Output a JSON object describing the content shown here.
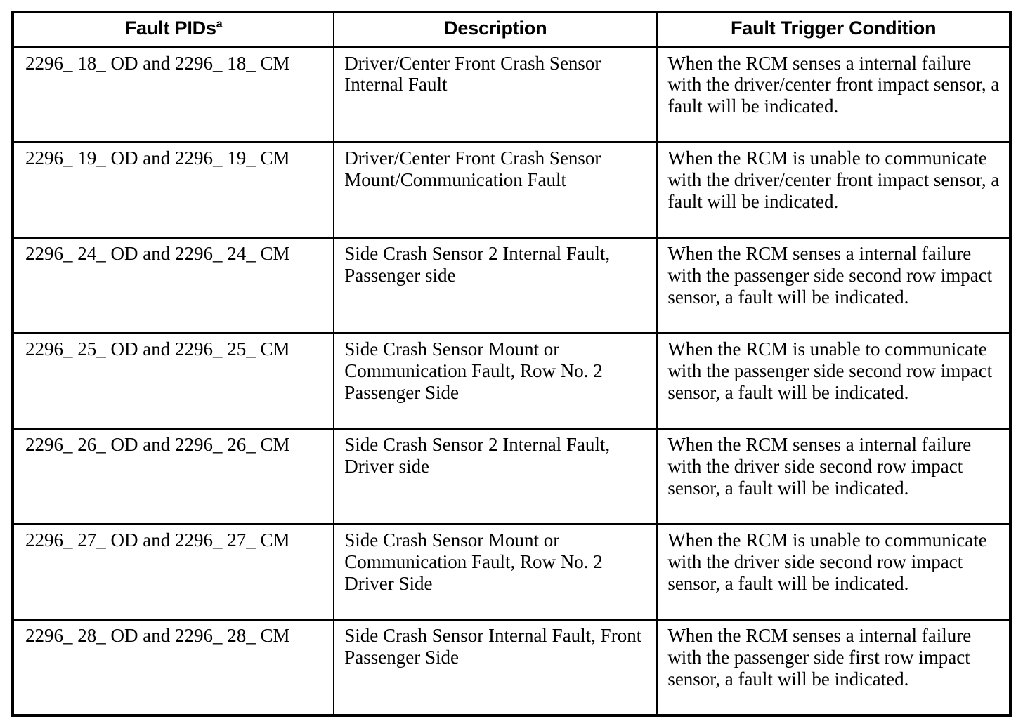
{
  "table": {
    "columns": [
      {
        "id": "fault_pids",
        "label": "Fault PIDs",
        "superscript": "a"
      },
      {
        "id": "description",
        "label": "Description"
      },
      {
        "id": "fault_trigger_condition",
        "label": "Fault Trigger Condition"
      }
    ],
    "rows": [
      {
        "pid": "2296_  18_  OD and 2296_  18_  CM",
        "description": "Driver/Center Front Crash Sensor Internal Fault",
        "condition": "When the RCM senses a internal failure with the driver/center front impact sensor, a fault will be indicated."
      },
      {
        "pid": "2296_  19_  OD and 2296_  19_  CM",
        "description": "Driver/Center Front Crash Sensor Mount/Communication Fault",
        "condition": "When the RCM is unable to communicate with the driver/center front impact sensor, a fault will be indicated."
      },
      {
        "pid": "2296_  24_  OD and 2296_  24_  CM",
        "description": "Side Crash Sensor 2 Internal Fault, Passenger side",
        "condition": "When the RCM senses a internal failure with the passenger side second row impact sensor, a fault will be indicated."
      },
      {
        "pid": "2296_  25_  OD and 2296_  25_  CM",
        "description": "Side Crash Sensor Mount or Communication Fault, Row No. 2 Passenger Side",
        "condition": "When the RCM is unable to communicate with the passenger side second row impact sensor, a fault will be indicated."
      },
      {
        "pid": "2296_  26_  OD and 2296_  26_  CM",
        "description": "Side Crash Sensor 2 Internal Fault, Driver side",
        "condition": "When the RCM senses a internal failure with the driver side second row impact sensor, a fault will be indicated."
      },
      {
        "pid": "2296_  27_  OD and 2296_  27_  CM",
        "description": "Side Crash Sensor Mount or Communication Fault, Row No. 2 Driver Side",
        "condition": "When the RCM is unable to communicate with the driver side second row impact sensor, a fault will be indicated."
      },
      {
        "pid": "2296_  28_  OD and 2296_  28_  CM",
        "description": "Side Crash Sensor Internal Fault, Front Passenger Side",
        "condition": "When the RCM senses a internal failure with the passenger side first row impact sensor, a fault will be indicated."
      }
    ]
  },
  "colors": {
    "ink": "#000000",
    "paper": "#ffffff"
  }
}
